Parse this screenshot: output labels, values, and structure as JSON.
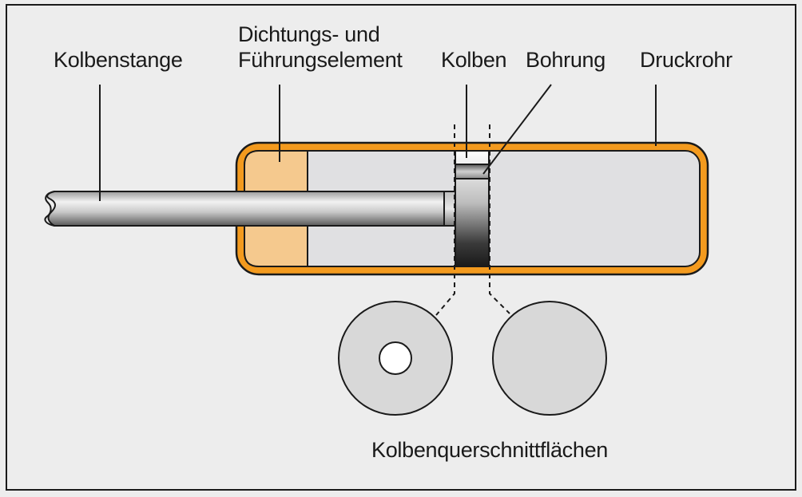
{
  "labels": {
    "piston_rod": "Kolbenstange",
    "seal_line1": "Dichtungs- und",
    "seal_line2": "Führungselement",
    "piston": "Kolben",
    "bore": "Bohrung",
    "pressure_tube": "Druckrohr",
    "cross_sections": "Kolbenquerschnittflächen"
  },
  "colors": {
    "background": "#ededed",
    "frame": "#1a1a1a",
    "tube_wall": "#f39a1e",
    "tube_interior": "#e0e0e2",
    "seal": "#f5c98e",
    "cross_section_fill": "#d8d8d8",
    "line": "#1a1a1a"
  },
  "icons": {
    "rod_break": "wavy-break-end"
  }
}
